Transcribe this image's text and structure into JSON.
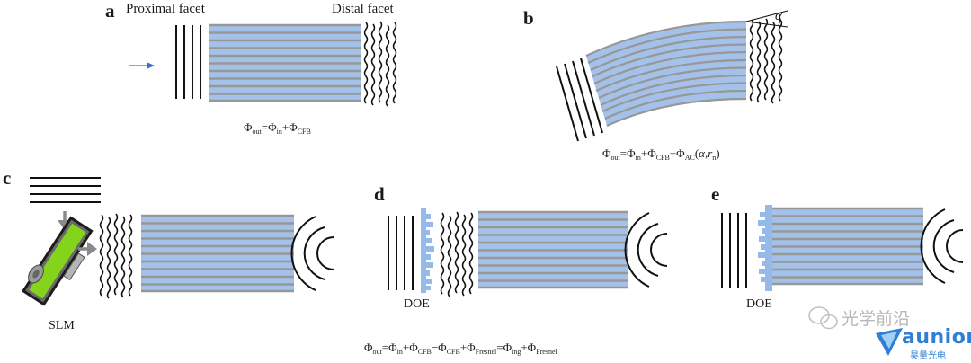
{
  "panels": {
    "a": {
      "letter": "a",
      "proximal_label": "Proximal facet",
      "distal_label": "Distal facet"
    },
    "b": {
      "letter": "b",
      "angle_symbol": "α"
    },
    "c": {
      "letter": "c",
      "device_label": "SLM"
    },
    "d": {
      "letter": "d",
      "device_label": "DOE"
    },
    "e": {
      "letter": "e",
      "device_label": "DOE"
    }
  },
  "equations": {
    "a": {
      "phi": "Φ",
      "out": "out",
      "eq": "=",
      "plus": "+",
      "in": "in",
      "cfb": "CFB"
    },
    "b": {
      "phi": "Φ",
      "out": "out",
      "eq": "=",
      "plus": "+",
      "in": "in",
      "cfb": "CFB",
      "ac": "AC",
      "open": "(",
      "alpha": "α",
      "comma": ",",
      "r": "r",
      "n": "n",
      "close": ")"
    },
    "d": {
      "phi": "Φ",
      "out": "out",
      "eq": "=",
      "plus": "+",
      "minus": "−",
      "in": "in",
      "cfb": "CFB",
      "fresnel": "Fresnel",
      "ing": "ing"
    }
  },
  "watermark": {
    "text": "光学前沿",
    "brand": "aunion",
    "brand_sub": "昊量光电"
  },
  "colors": {
    "fiber_fill": "#a4c2e9",
    "fiber_line": "#979797",
    "wave": "#111111",
    "arrow_blue": "#3e6fc4",
    "slm_green": "#84d41b",
    "doe_blue": "#95b9e8",
    "grey_arrow": "#8a8a8a",
    "watermark_grey": "#b8b8b8",
    "brand_blue": "#2f7fd6"
  }
}
